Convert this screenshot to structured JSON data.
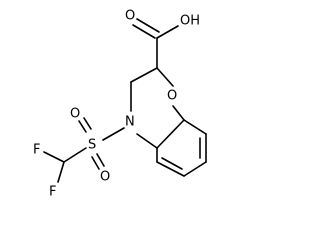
{
  "molecule": {
    "atoms": {
      "hydroxyl": "OH",
      "carbonyl_oxygen": "O",
      "ring_oxygen": "O",
      "ring_nitrogen": "N",
      "sulfur": "S",
      "sulfonyl_oxygen_top": "O",
      "sulfonyl_oxygen_bottom": "O",
      "fluorine_top": "F",
      "fluorine_bottom": "F"
    }
  }
}
